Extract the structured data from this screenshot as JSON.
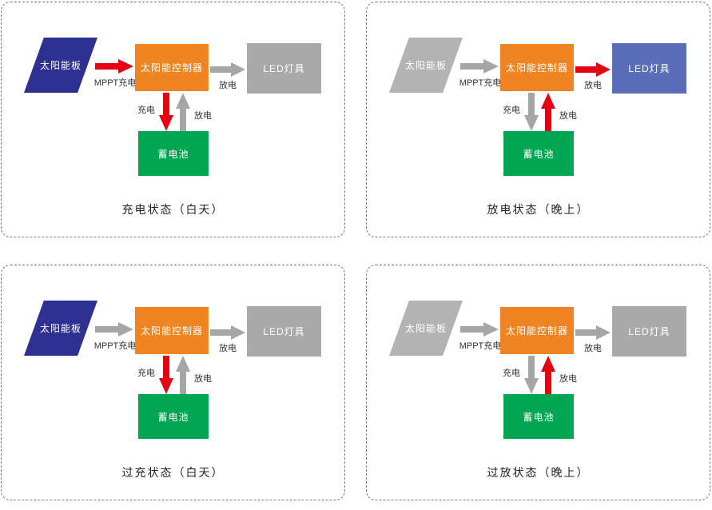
{
  "panels": [
    {
      "caption": "充电状态（白天）",
      "solar_panel": {
        "label": "太阳能板",
        "color": "#2e3192"
      },
      "mppt_arrow": {
        "label": "MPPT充电",
        "color": "#e60012"
      },
      "controller": {
        "label": "太阳能控制器",
        "color": "#ee8422"
      },
      "load_arrow": {
        "label": "放电",
        "color": "#a6a6a6"
      },
      "led": {
        "label": "LED灯具",
        "color": "#a9a9a9"
      },
      "charge_arrow": {
        "label": "充电",
        "color": "#e60012"
      },
      "discharge_arrow": {
        "label": "放电",
        "color": "#a6a6a6"
      },
      "battery": {
        "label": "蓄电池",
        "color": "#00a651"
      }
    },
    {
      "caption": "放电状态（晚上）",
      "solar_panel": {
        "label": "太阳能板",
        "color": "#b3b3b3"
      },
      "mppt_arrow": {
        "label": "MPPT充电",
        "color": "#a6a6a6"
      },
      "controller": {
        "label": "太阳能控制器",
        "color": "#ee8422"
      },
      "load_arrow": {
        "label": "放电",
        "color": "#e60012"
      },
      "led": {
        "label": "LED灯具",
        "color": "#5b6db8"
      },
      "charge_arrow": {
        "label": "充电",
        "color": "#a6a6a6"
      },
      "discharge_arrow": {
        "label": "放电",
        "color": "#e60012"
      },
      "battery": {
        "label": "蓄电池",
        "color": "#00a651"
      }
    },
    {
      "caption": "过充状态（白天）",
      "solar_panel": {
        "label": "太阳能板",
        "color": "#2e3192"
      },
      "mppt_arrow": {
        "label": "MPPT充电",
        "color": "#a6a6a6"
      },
      "controller": {
        "label": "太阳能控制器",
        "color": "#ee8422"
      },
      "load_arrow": {
        "label": "放电",
        "color": "#a6a6a6"
      },
      "led": {
        "label": "LED灯具",
        "color": "#a9a9a9"
      },
      "charge_arrow": {
        "label": "充电",
        "color": "#e60012"
      },
      "discharge_arrow": {
        "label": "放电",
        "color": "#a6a6a6"
      },
      "battery": {
        "label": "蓄电池",
        "color": "#00a651"
      }
    },
    {
      "caption": "过放状态（晚上）",
      "solar_panel": {
        "label": "太阳能板",
        "color": "#b3b3b3"
      },
      "mppt_arrow": {
        "label": "MPPT充电",
        "color": "#a6a6a6"
      },
      "controller": {
        "label": "太阳能控制器",
        "color": "#ee8422"
      },
      "load_arrow": {
        "label": "放电",
        "color": "#a6a6a6"
      },
      "led": {
        "label": "LED灯具",
        "color": "#a9a9a9"
      },
      "charge_arrow": {
        "label": "充电",
        "color": "#a6a6a6"
      },
      "discharge_arrow": {
        "label": "放电",
        "color": "#e60012"
      },
      "battery": {
        "label": "蓄电池",
        "color": "#00a651"
      }
    }
  ]
}
